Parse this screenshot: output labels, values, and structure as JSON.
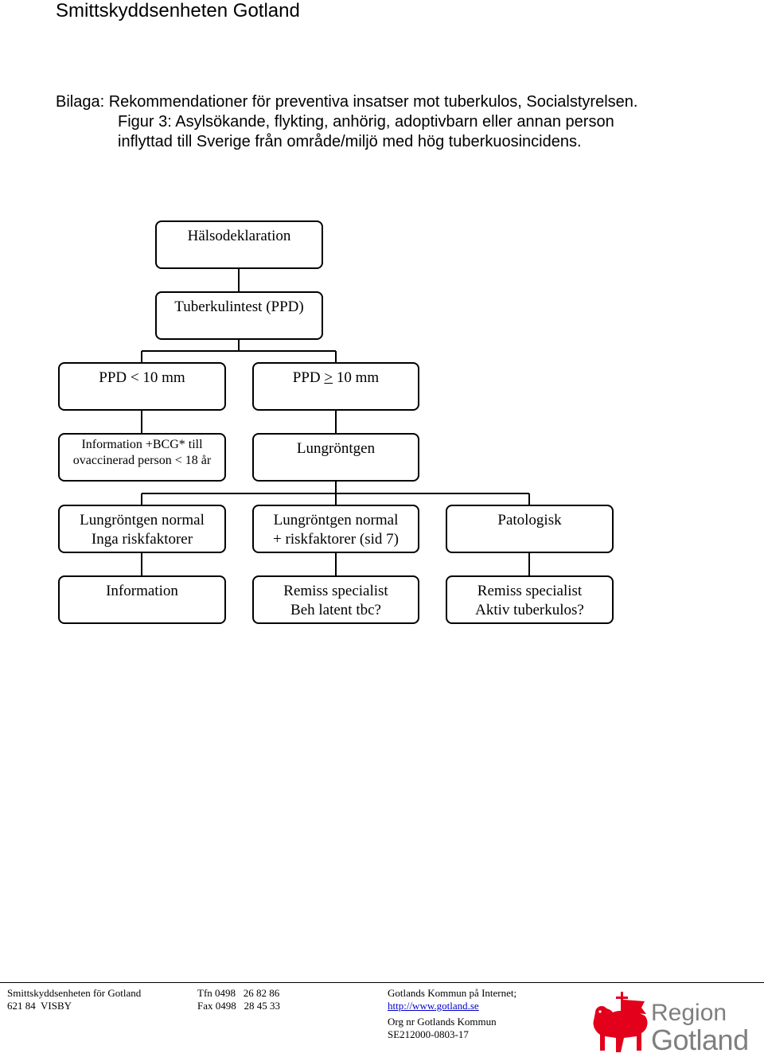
{
  "header": {
    "title": "Smittskyddsenheten Gotland"
  },
  "intro": {
    "line1": "Bilaga: Rekommendationer för preventiva insatser mot tuberkulos, Socialstyrelsen.",
    "line2": "Figur 3: Asylsökande, flykting, anhörig, adoptivbarn eller annan person",
    "line3": "inflyttad till Sverige från område/miljö med hög tuberkuosincidens."
  },
  "flowchart": {
    "halsodeklaration": "Hälsodeklaration",
    "tuberkulintest": "Tuberkulintest (PPD)",
    "ppd_low": "PPD < 10 mm",
    "ppd_high_prefix": "PPD ",
    "ppd_high_symbol": ">",
    "ppd_high_suffix": " 10 mm",
    "info_bcg_line1": "Information +BCG* till",
    "info_bcg_line2": "ovaccinerad person < 18 år",
    "lungrontgen": "Lungröntgen",
    "normal_no_risk_line1": "Lungröntgen normal",
    "normal_no_risk_line2": "Inga riskfaktorer",
    "normal_risk_line1": "Lungröntgen normal",
    "normal_risk_line2": "+ riskfaktorer (sid 7)",
    "patologisk": "Patologisk",
    "information": "Information",
    "remiss_latent_line1": "Remiss specialist",
    "remiss_latent_line2": "Beh latent tbc?",
    "remiss_aktiv_line1": "Remiss specialist",
    "remiss_aktiv_line2": "Aktiv tuberkulos?"
  },
  "footer": {
    "org": "Smittskyddsenheten för Gotland",
    "address": "621 84  VISBY",
    "phone": "Tfn 0498   26 82 86",
    "fax": "Fax 0498   28 45 33",
    "internet_label": "Gotlands Kommun på Internet;",
    "url": "http://www.gotland.se",
    "org_nr_label": "Org nr Gotlands Kommun",
    "org_nr": "SE212000-0803-17"
  },
  "logo": {
    "line1": "Region",
    "line2": "Gotland",
    "icon": "lamb-with-banner-icon",
    "color": "#e2001a"
  }
}
